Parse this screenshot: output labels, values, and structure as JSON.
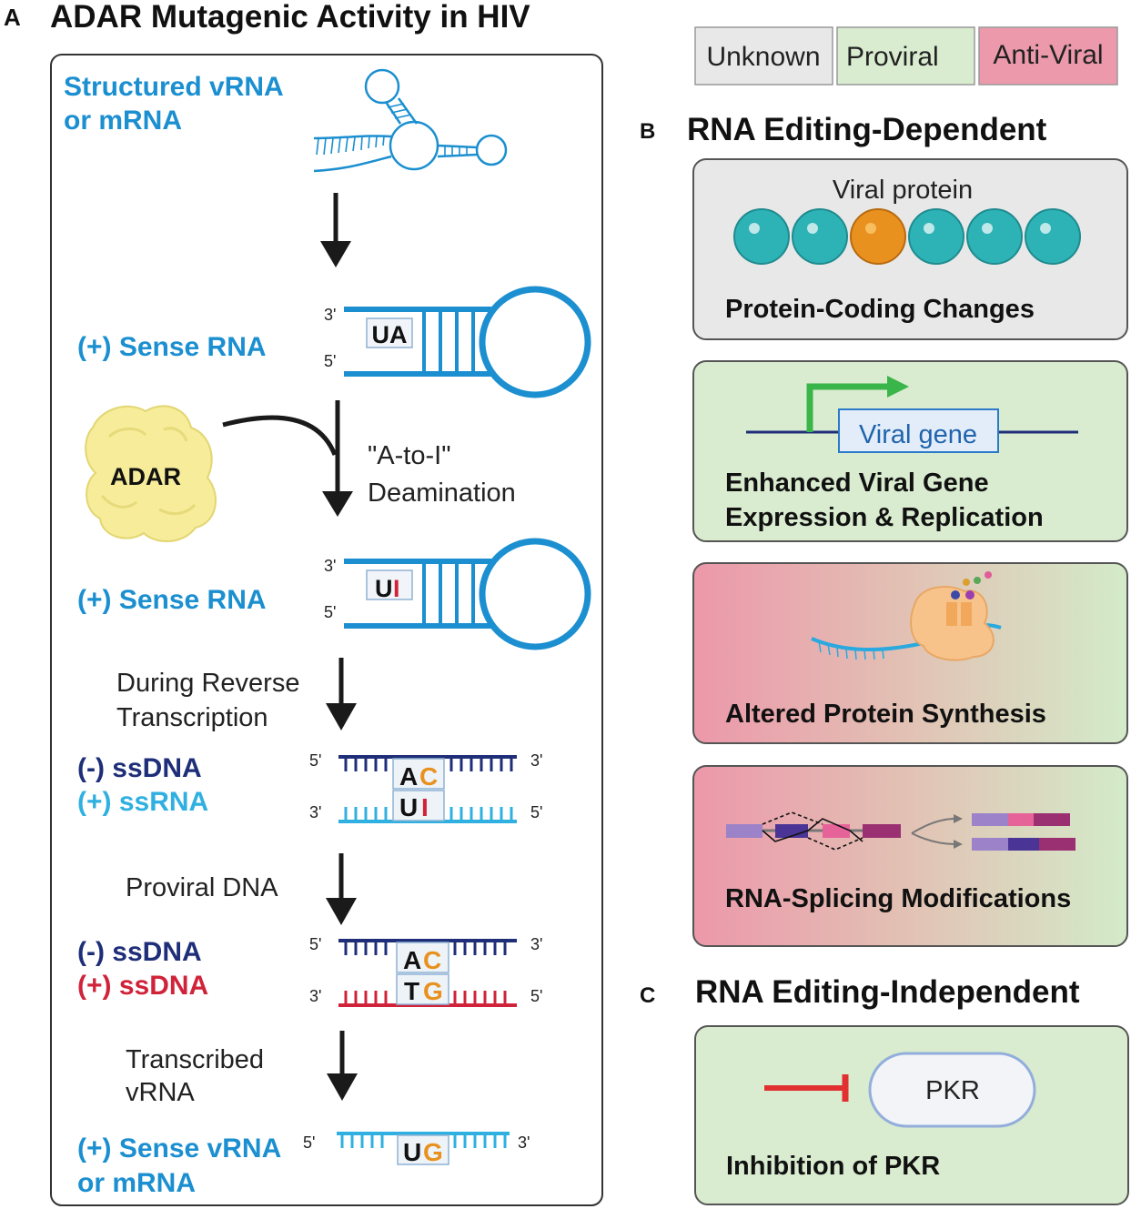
{
  "panel_a": {
    "letter": "A",
    "title": "ADAR Mutagenic Activity in HIV",
    "structured_label_1": "Structured vRNA",
    "structured_label_2": "or mRNA",
    "sense_rna_1": "(+) Sense RNA",
    "sense_rna_2": "(+) Sense RNA",
    "prime_3": "3'",
    "prime_5": "5'",
    "base_pair_1": "UA",
    "base_pair_2_u": "U",
    "base_pair_2_i": "I",
    "adar_label": "ADAR",
    "deamination_1": "\"A-to-I\"",
    "deamination_2": "Deamination",
    "reverse_1": "During Reverse",
    "reverse_2": "Transcription",
    "minus_ssdna": "(-)  ssDNA",
    "plus_ssrna": "(+) ssRNA",
    "duplex1_top_a": "A",
    "duplex1_top_c": "C",
    "duplex1_bottom_u": "U",
    "duplex1_bottom_i": "I",
    "proviral_dna": "Proviral DNA",
    "minus_ssdna_2": "(-)  ssDNA",
    "plus_ssdna": "(+) ssDNA",
    "duplex2_top_a": "A",
    "duplex2_top_c": "C",
    "duplex2_bottom_t": "T",
    "duplex2_bottom_g": "G",
    "transcribed_1": "Transcribed",
    "transcribed_2": "vRNA",
    "final_1": "(+) Sense vRNA",
    "final_2": "or mRNA",
    "final_u": "U",
    "final_g": "G"
  },
  "legend": {
    "unknown": "Unknown",
    "proviral": "Proviral",
    "antiviral": "Anti-Viral"
  },
  "panel_b": {
    "letter": "B",
    "title": "RNA Editing-Dependent",
    "card1_top": "Viral protein",
    "card1_label": "Protein-Coding Changes",
    "card2_gene": "Viral gene",
    "card2_label_1": "Enhanced Viral Gene",
    "card2_label_2": "Expression & Replication",
    "card3_label": "Altered Protein Synthesis",
    "card4_label": "RNA-Splicing Modifications"
  },
  "panel_c": {
    "letter": "C",
    "title": "RNA Editing-Independent",
    "pkr": "PKR",
    "label": "Inhibition of PKR"
  },
  "colors": {
    "rna_blue": "#1b8fd0",
    "light_blue": "#2fb0e0",
    "navy": "#1f2e78",
    "red": "#d0233a",
    "orange": "#e8911f",
    "unknown_bg": "#e8e8e8",
    "proviral_bg": "#d9ecd0",
    "antiviral_bg": "#ec9aab",
    "teal": "#2db3b6",
    "adar_yellow": "#f6ec9a"
  }
}
